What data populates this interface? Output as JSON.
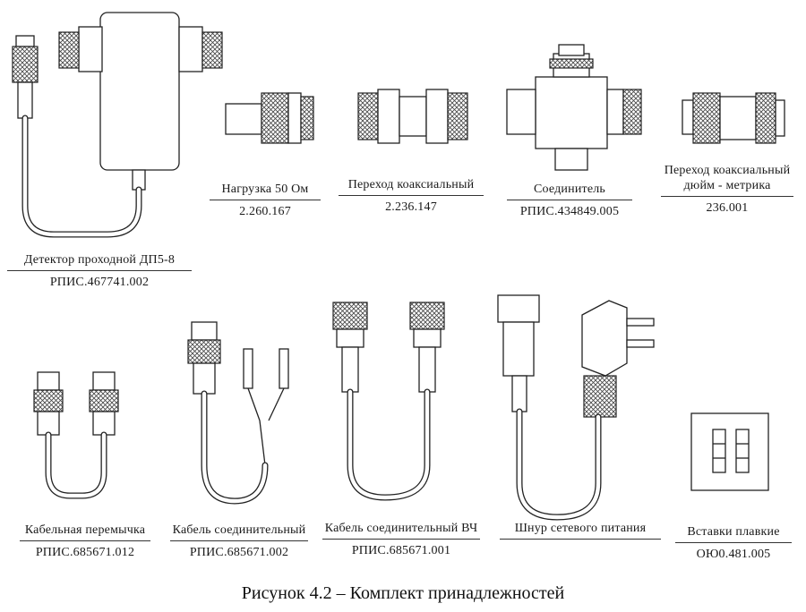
{
  "figure": {
    "caption": "Рисунок 4.2 – Комплект принадлежностей"
  },
  "items": [
    {
      "name": "Детектор проходной ДП5-8",
      "code": "РПИС.467741.002",
      "icon": "detector-icon"
    },
    {
      "name": "Нагрузка 50 Ом",
      "code": "2.260.167",
      "icon": "load-icon"
    },
    {
      "name": "Переход коаксиальный",
      "code": "2.236.147",
      "icon": "coax-adapter-icon"
    },
    {
      "name": "Соединитель",
      "code": "РПИС.434849.005",
      "icon": "tee-connector-icon"
    },
    {
      "name": "Переход коаксиальный",
      "name2": "дюйм - метрика",
      "code": "236.001",
      "icon": "inch-metric-adapter-icon"
    },
    {
      "name": "Кабельная перемычка",
      "code": "РПИС.685671.012",
      "icon": "cable-jumper-icon"
    },
    {
      "name": "Кабель соединительный",
      "code": "РПИС.685671.002",
      "icon": "connecting-cable-icon"
    },
    {
      "name": "Кабель соединительный ВЧ",
      "code": "РПИС.685671.001",
      "icon": "hf-cable-icon"
    },
    {
      "name": "Шнур сетевого питания",
      "code": "",
      "icon": "power-cord-icon"
    },
    {
      "name": "Вставки плавкие",
      "code": "ОЮ0.481.005",
      "icon": "fuse-icon"
    }
  ]
}
